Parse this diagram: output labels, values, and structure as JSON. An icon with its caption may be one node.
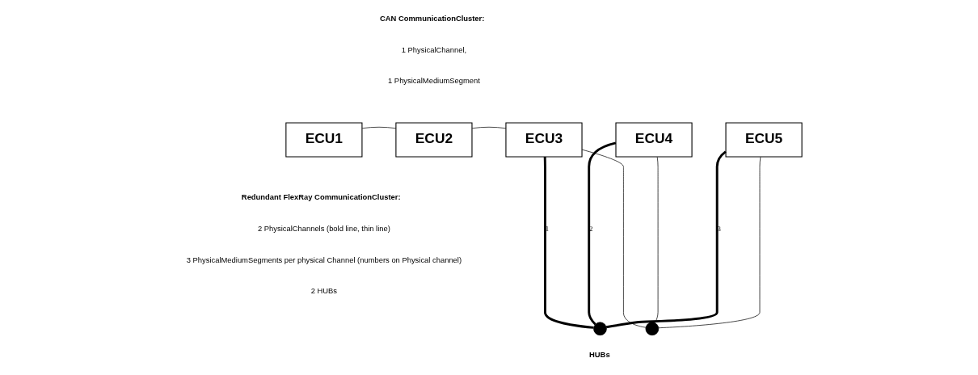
{
  "diagram": {
    "nodes": [
      {
        "text": [
          "ECU1"
        ]
      },
      {
        "text": [
          "ECU2"
        ]
      },
      {
        "text": [
          "ECU3"
        ]
      },
      {
        "text": [
          "ECU4"
        ]
      },
      {
        "text": [
          "ECU5"
        ]
      },
      {
        "text": [],
        "shape": "circle"
      },
      {
        "text": [],
        "shape": "circle"
      }
    ],
    "edges": [
      {
        "from": 0,
        "to": 1,
        "arrow": "none"
      },
      {
        "from": 1,
        "to": 2,
        "arrow": "none"
      },
      {
        "from": 2,
        "to": 5,
        "arrow": "none",
        "style": "thick",
        "label": "1"
      },
      {
        "from": 2,
        "to": 6,
        "arrow": "none"
      },
      {
        "from": 3,
        "to": 5,
        "arrow": "none",
        "style": "thick",
        "label": "2"
      },
      {
        "from": 3,
        "to": 6,
        "arrow": "none"
      },
      {
        "from": 4,
        "to": 5,
        "arrow": "none",
        "style": "thick",
        "label": "3"
      },
      {
        "from": 4,
        "to": 6,
        "arrow": "none"
      }
    ],
    "labels": [
      "CAN CommunicationCluster:",
      "1 PhysicalChannel,",
      "1 PhysicalMediumSegment",
      "Redundant FlexRay CommunicationCluster:",
      "2 PhysicalChannels (bold line, thin line)",
      "3 PhysicalMediumSegments per physical Channel (numbers on Physical channel)",
      "2 HUBs",
      "HUBs"
    ]
  }
}
